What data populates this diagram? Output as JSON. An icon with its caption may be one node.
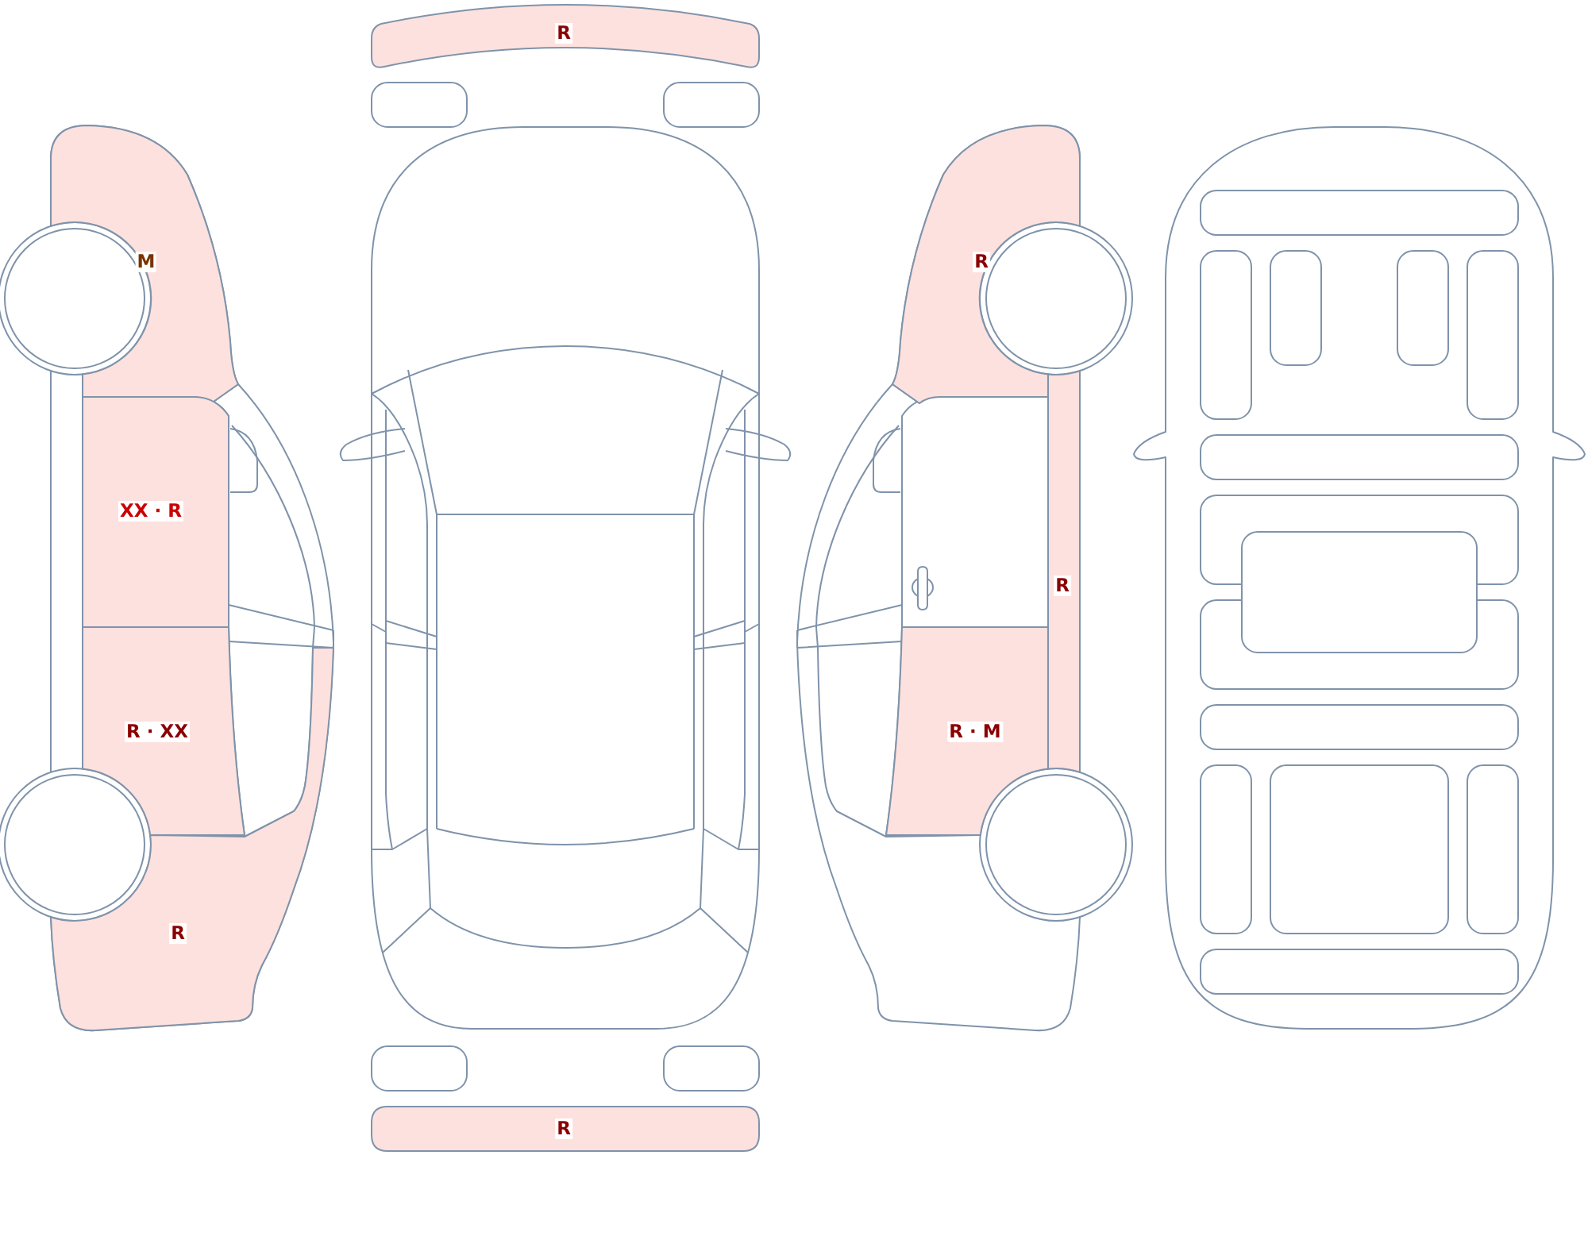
{
  "diagram": {
    "nodes": [
      {
        "text": [
          "R"
        ]
      },
      {
        "text": [
          "M"
        ]
      },
      {
        "text": [
          "R"
        ]
      },
      {
        "text": [
          "XX · R"
        ]
      },
      {
        "text": [
          "R"
        ]
      },
      {
        "text": [
          "R · XX"
        ]
      },
      {
        "text": [
          "R · M"
        ]
      },
      {
        "text": [
          "R"
        ]
      },
      {
        "text": [
          "R"
        ]
      }
    ]
  }
}
